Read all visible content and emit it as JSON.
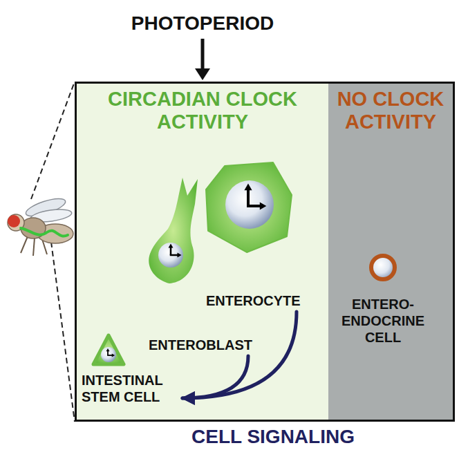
{
  "diagram": {
    "nodes": [
      {
        "text": [
          "CIRCADIAN CLOCK ACTIVITY"
        ]
      },
      {
        "text": [
          "NO CLOCK ACTIVITY"
        ]
      },
      {
        "text": [
          "ENTEROBLAST"
        ],
        "in": 0
      },
      {
        "text": [
          "ENTEROCYTE"
        ],
        "in": 0
      },
      {
        "text": [
          "INTESTINAL STEM CELL"
        ],
        "in": 0
      },
      {
        "text": [
          "ENTERO- ENDOCRINE CELL"
        ],
        "in": 1
      }
    ],
    "edges": [
      {
        "from": 3,
        "to": 4,
        "arrow": "to"
      },
      {
        "from": 2,
        "to": 4,
        "arrow": "to"
      }
    ],
    "labels": [
      "PHOTOPERIOD",
      "CELL SIGNALING"
    ]
  }
}
